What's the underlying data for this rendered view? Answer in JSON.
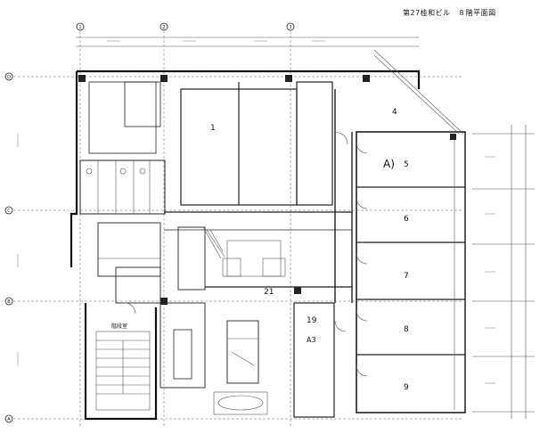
{
  "header": {
    "title": "第27桂和ビル　８階平面図"
  },
  "grid": {
    "cols": [
      "1",
      "2",
      "3"
    ],
    "rows": [
      "D",
      "C",
      "B",
      "A"
    ]
  },
  "rooms": [
    {
      "id": "r1",
      "label": "1"
    },
    {
      "id": "r4",
      "label": "4"
    },
    {
      "id": "r5",
      "label": "5"
    },
    {
      "id": "r6",
      "label": "6"
    },
    {
      "id": "r7",
      "label": "7"
    },
    {
      "id": "r8",
      "label": "8"
    },
    {
      "id": "r9",
      "label": "9"
    },
    {
      "id": "r19",
      "label": "19"
    },
    {
      "id": "r21",
      "label": "21"
    }
  ],
  "markers": {
    "a_main": "A)",
    "a_small": "A3"
  },
  "stair_label": "階段室",
  "colors": {
    "ink": "#222222",
    "paper": "#ffffff"
  }
}
